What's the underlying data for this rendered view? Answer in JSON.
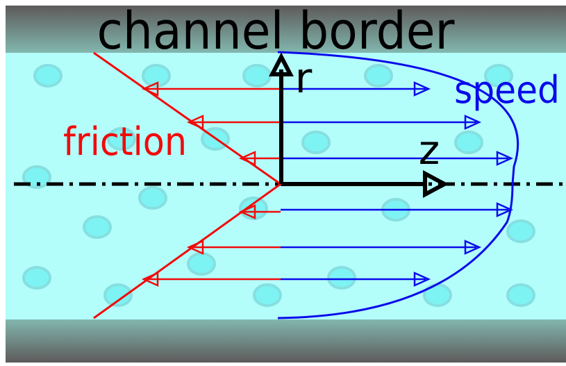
{
  "labels": {
    "title": "channel border",
    "friction": "friction",
    "speed": "speed",
    "r_axis": "r",
    "z_axis": "z"
  },
  "colors": {
    "fluid": "#b3fdfb",
    "particle_fill": "#7ef3f4",
    "particle_stroke": "#86dfe0",
    "wall_dark": "#5d5a5a",
    "wall_light": "#82b7ae",
    "friction": "#f20a0a",
    "speed": "#0a0aeb",
    "axes": "#000000"
  },
  "icons": {
    "particles": "circle-icon",
    "arrows": "open-triangle-arrowhead-icon"
  }
}
